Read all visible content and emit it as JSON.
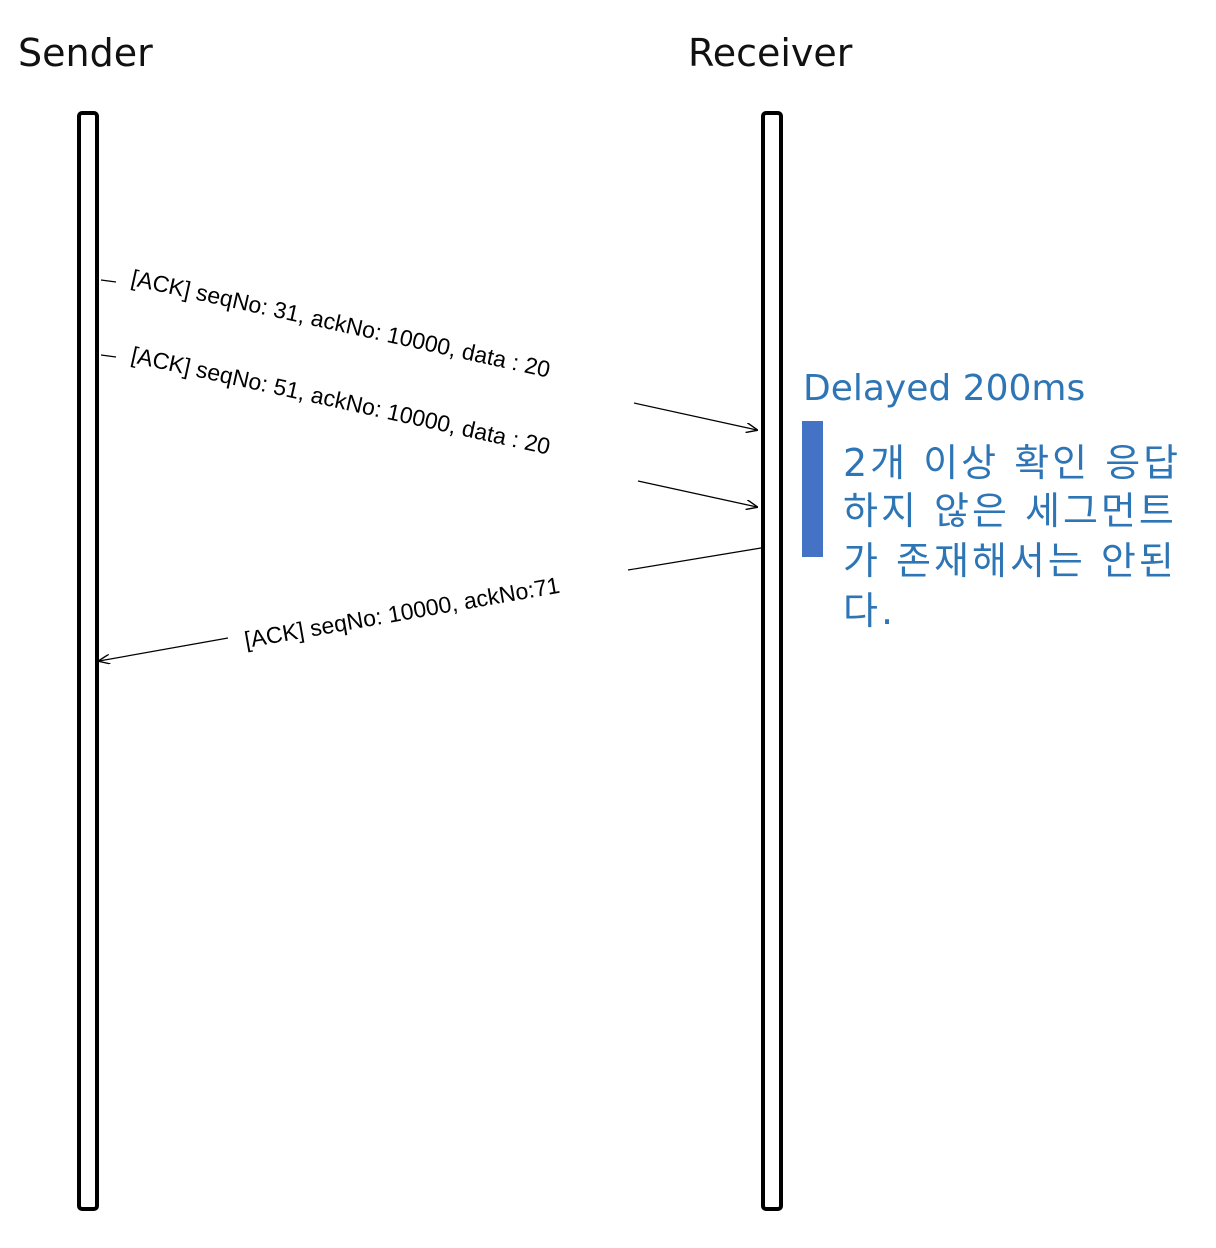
{
  "actors": {
    "sender": "Sender",
    "receiver": "Receiver"
  },
  "messages": [
    {
      "id": "m1",
      "label": "[ACK] seqNo: 31, ackNo: 10000, data : 20",
      "from": "sender",
      "to": "receiver"
    },
    {
      "id": "m2",
      "label": "[ACK] seqNo: 51, ackNo: 10000, data : 20",
      "from": "sender",
      "to": "receiver"
    },
    {
      "id": "m3",
      "label": "[ACK] seqNo: 10000, ackNo:71",
      "from": "receiver",
      "to": "sender"
    }
  ],
  "annotation": {
    "title": "Delayed 200ms",
    "lines": [
      "2개 이상 확인 응답",
      "하지 않은 세그먼트",
      "가 존재해서는 안된",
      "다."
    ]
  },
  "colors": {
    "accent": "#2e75b6",
    "bar": "#4472c4",
    "line": "#000000"
  }
}
